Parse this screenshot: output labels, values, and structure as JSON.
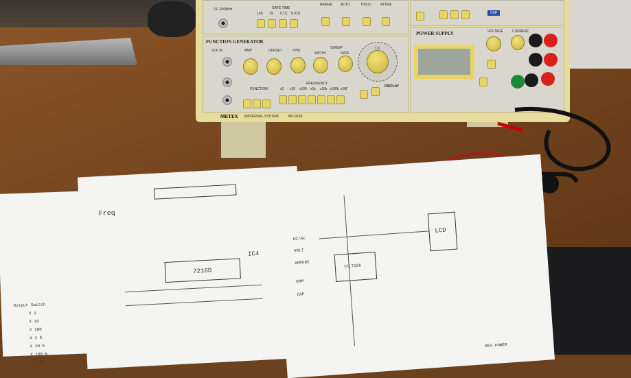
{
  "instrument": {
    "brand": "METEX",
    "model_text": "UNIVERSAL-SYSTEM",
    "model": "MS-9160",
    "counter": {
      "range_label": "DC-200MHz",
      "gate_time": "GATE TIME",
      "gate_options": [
        "10S",
        "1S",
        "0.1S",
        "0.01S"
      ],
      "range": "RANGE",
      "auto": "AUTO",
      "hold": "HOLD",
      "atten": "ATTEN"
    },
    "function_generator": {
      "title": "FUNCTION GENERATOR",
      "vcf_in": "VCF IN",
      "amp": "AMP",
      "offset": "OFFSET",
      "sym": "SYM",
      "sweep": "SWEEP",
      "width": "WIDTH",
      "rate": "RATE",
      "function": "FUNCTION",
      "frequency": "FREQUENCY",
      "freq_options": [
        "x1",
        "x10",
        "x100",
        "x1k",
        "x10k",
        "x100k",
        "x1M"
      ],
      "display": "DISPLAY",
      "dial_value": "1.0"
    },
    "power_supply": {
      "title": "POWER SUPPLY",
      "voltage": "VOLTAGE",
      "current": "CURRENT",
      "cap": "CAP"
    }
  },
  "schematic": {
    "chip": "7216D",
    "ic": "IC4",
    "freq": "Freq",
    "lcd": "LCD",
    "adc": "ICL7106",
    "inputs": [
      "DC/AC",
      "VOLT",
      "AMPERE",
      "OHM",
      "CAP"
    ],
    "footer": "REV POWER"
  },
  "notes": {
    "multipliers": [
      "X 1",
      "X 10",
      "X 100",
      "X 1 K",
      "X 10 K",
      "X 100 K",
      "X 1 M"
    ],
    "header": "Output Switch"
  }
}
